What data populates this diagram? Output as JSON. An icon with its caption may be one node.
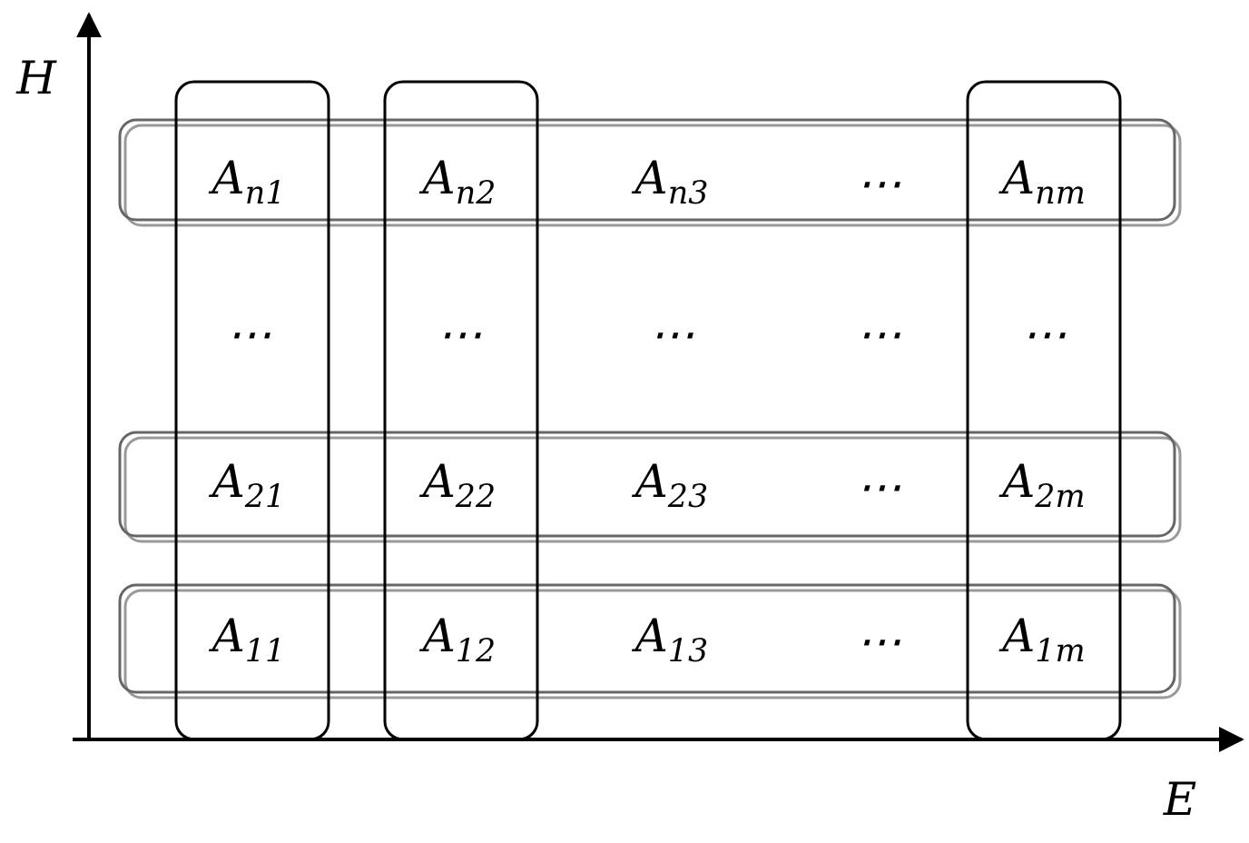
{
  "diagram": {
    "labels": [
      "H",
      "A$_{n1}$",
      "A$_{n2}$",
      "A$_{n3}$",
      "⋯",
      "A$_{nm}$",
      "⋯",
      "⋯",
      "⋯",
      "⋯",
      "⋯",
      "A$_{21}$",
      "A$_{22}$",
      "A$_{23}$",
      "⋯",
      "A$_{2m}$",
      "A$_{11}$",
      "A$_{12}$",
      "A$_{13}$",
      "⋯",
      "A$_{1m}$",
      "E"
    ]
  }
}
